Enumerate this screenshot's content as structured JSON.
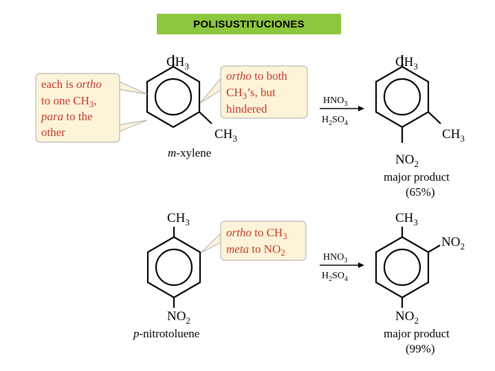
{
  "title": "POLISUSTITUCIONES",
  "colors": {
    "title_bg": "#8dc63f",
    "callout_bg": "#fdf3d8",
    "callout_border": "#b7b7b7",
    "callout_text": "#c0392b"
  },
  "reaction1": {
    "reactant": {
      "top": "CH",
      "top_sub": "3",
      "right": "CH",
      "right_sub": "3",
      "name_prefix": "m",
      "name_rest": "-xylene"
    },
    "callout_left": {
      "line1a": "each is ",
      "line1b": "ortho",
      "line2a": "to one CH",
      "line2b": "3",
      "line2c": ",",
      "line3a": "para",
      "line3b": " to the",
      "line4": "other"
    },
    "callout_right": {
      "line1a": "ortho",
      "line1b": " to both",
      "line2a": "CH",
      "line2b": "3",
      "line2c": "’s, but",
      "line3": "hindered"
    },
    "reagent_top": "HNO",
    "reagent_top_sub": "3",
    "reagent_bottom_a": "H",
    "reagent_bottom_b": "2",
    "reagent_bottom_c": "SO",
    "reagent_bottom_d": "4",
    "product": {
      "top": "CH",
      "top_sub": "3",
      "right": "CH",
      "right_sub": "3",
      "bottom": "NO",
      "bottom_sub": "2",
      "label": "major product",
      "yield": "(65%)"
    }
  },
  "reaction2": {
    "reactant": {
      "top": "CH",
      "top_sub": "3",
      "bottom": "NO",
      "bottom_sub": "2",
      "name_prefix": "p",
      "name_rest": "-nitrotoluene"
    },
    "callout": {
      "line1a": "ortho",
      "line1b": " to CH",
      "line1c": "3",
      "line2a": "meta",
      "line2b": " to NO",
      "line2c": "2"
    },
    "reagent_top": "HNO",
    "reagent_top_sub": "3",
    "reagent_bottom_a": "H",
    "reagent_bottom_b": "2",
    "reagent_bottom_c": "SO",
    "reagent_bottom_d": "4",
    "product": {
      "top": "CH",
      "top_sub": "3",
      "right": "NO",
      "right_sub": "2",
      "bottom": "NO",
      "bottom_sub": "2",
      "label": "major product",
      "yield": "(99%)"
    }
  }
}
